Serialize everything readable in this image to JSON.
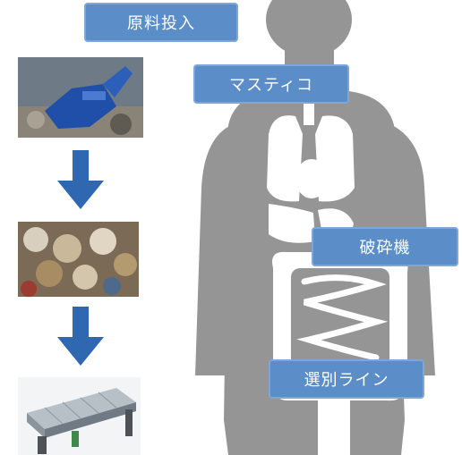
{
  "labels": {
    "raw_input": "原料投入",
    "masticator": "マスティコ",
    "crusher": "破砕機",
    "sorting_line": "選別ライン"
  },
  "colors": {
    "silhouette": "#959595",
    "organ": "#ffffff",
    "label_bg": "#5b8dc9",
    "arrow": "#2f67b1"
  },
  "photos": [
    "excavator-photo",
    "crushed-debris-photo",
    "sorting-conveyor-photo"
  ]
}
